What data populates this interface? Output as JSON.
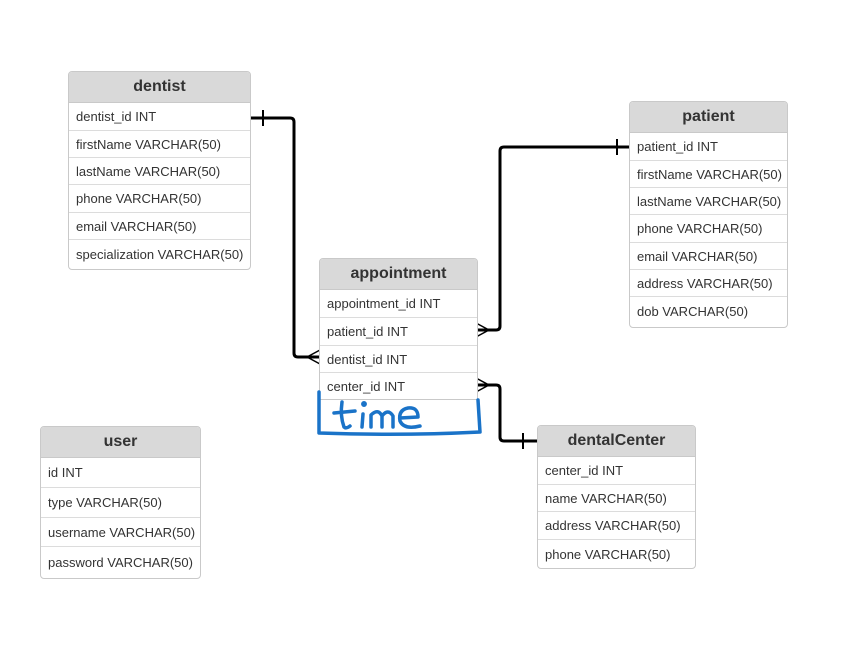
{
  "entities": {
    "dentist": {
      "title": "dentist",
      "fields": [
        "dentist_id INT",
        "firstName VARCHAR(50)",
        "lastName VARCHAR(50)",
        "phone VARCHAR(50)",
        "email VARCHAR(50)",
        "specialization VARCHAR(50)"
      ]
    },
    "patient": {
      "title": "patient",
      "fields": [
        "patient_id INT",
        "firstName VARCHAR(50)",
        "lastName VARCHAR(50)",
        "phone VARCHAR(50)",
        "email VARCHAR(50)",
        "address VARCHAR(50)",
        "dob VARCHAR(50)"
      ]
    },
    "appointment": {
      "title": "appointment",
      "fields": [
        "appointment_id INT",
        "patient_id INT",
        "dentist_id INT",
        "center_id INT"
      ]
    },
    "user": {
      "title": "user",
      "fields": [
        "id INT",
        "type VARCHAR(50)",
        "username VARCHAR(50)",
        "password VARCHAR(50)"
      ]
    },
    "dentalCenter": {
      "title": "dentalCenter",
      "fields": [
        "center_id INT",
        "name VARCHAR(50)",
        "address VARCHAR(50)",
        "phone VARCHAR(50)"
      ]
    }
  },
  "annotation": {
    "handwritten_text": "time",
    "color": "#1a73c8"
  },
  "colors": {
    "header_bg": "#d9d9d9",
    "border": "#c9c9c9",
    "text": "#333333",
    "edge": "#000000"
  }
}
